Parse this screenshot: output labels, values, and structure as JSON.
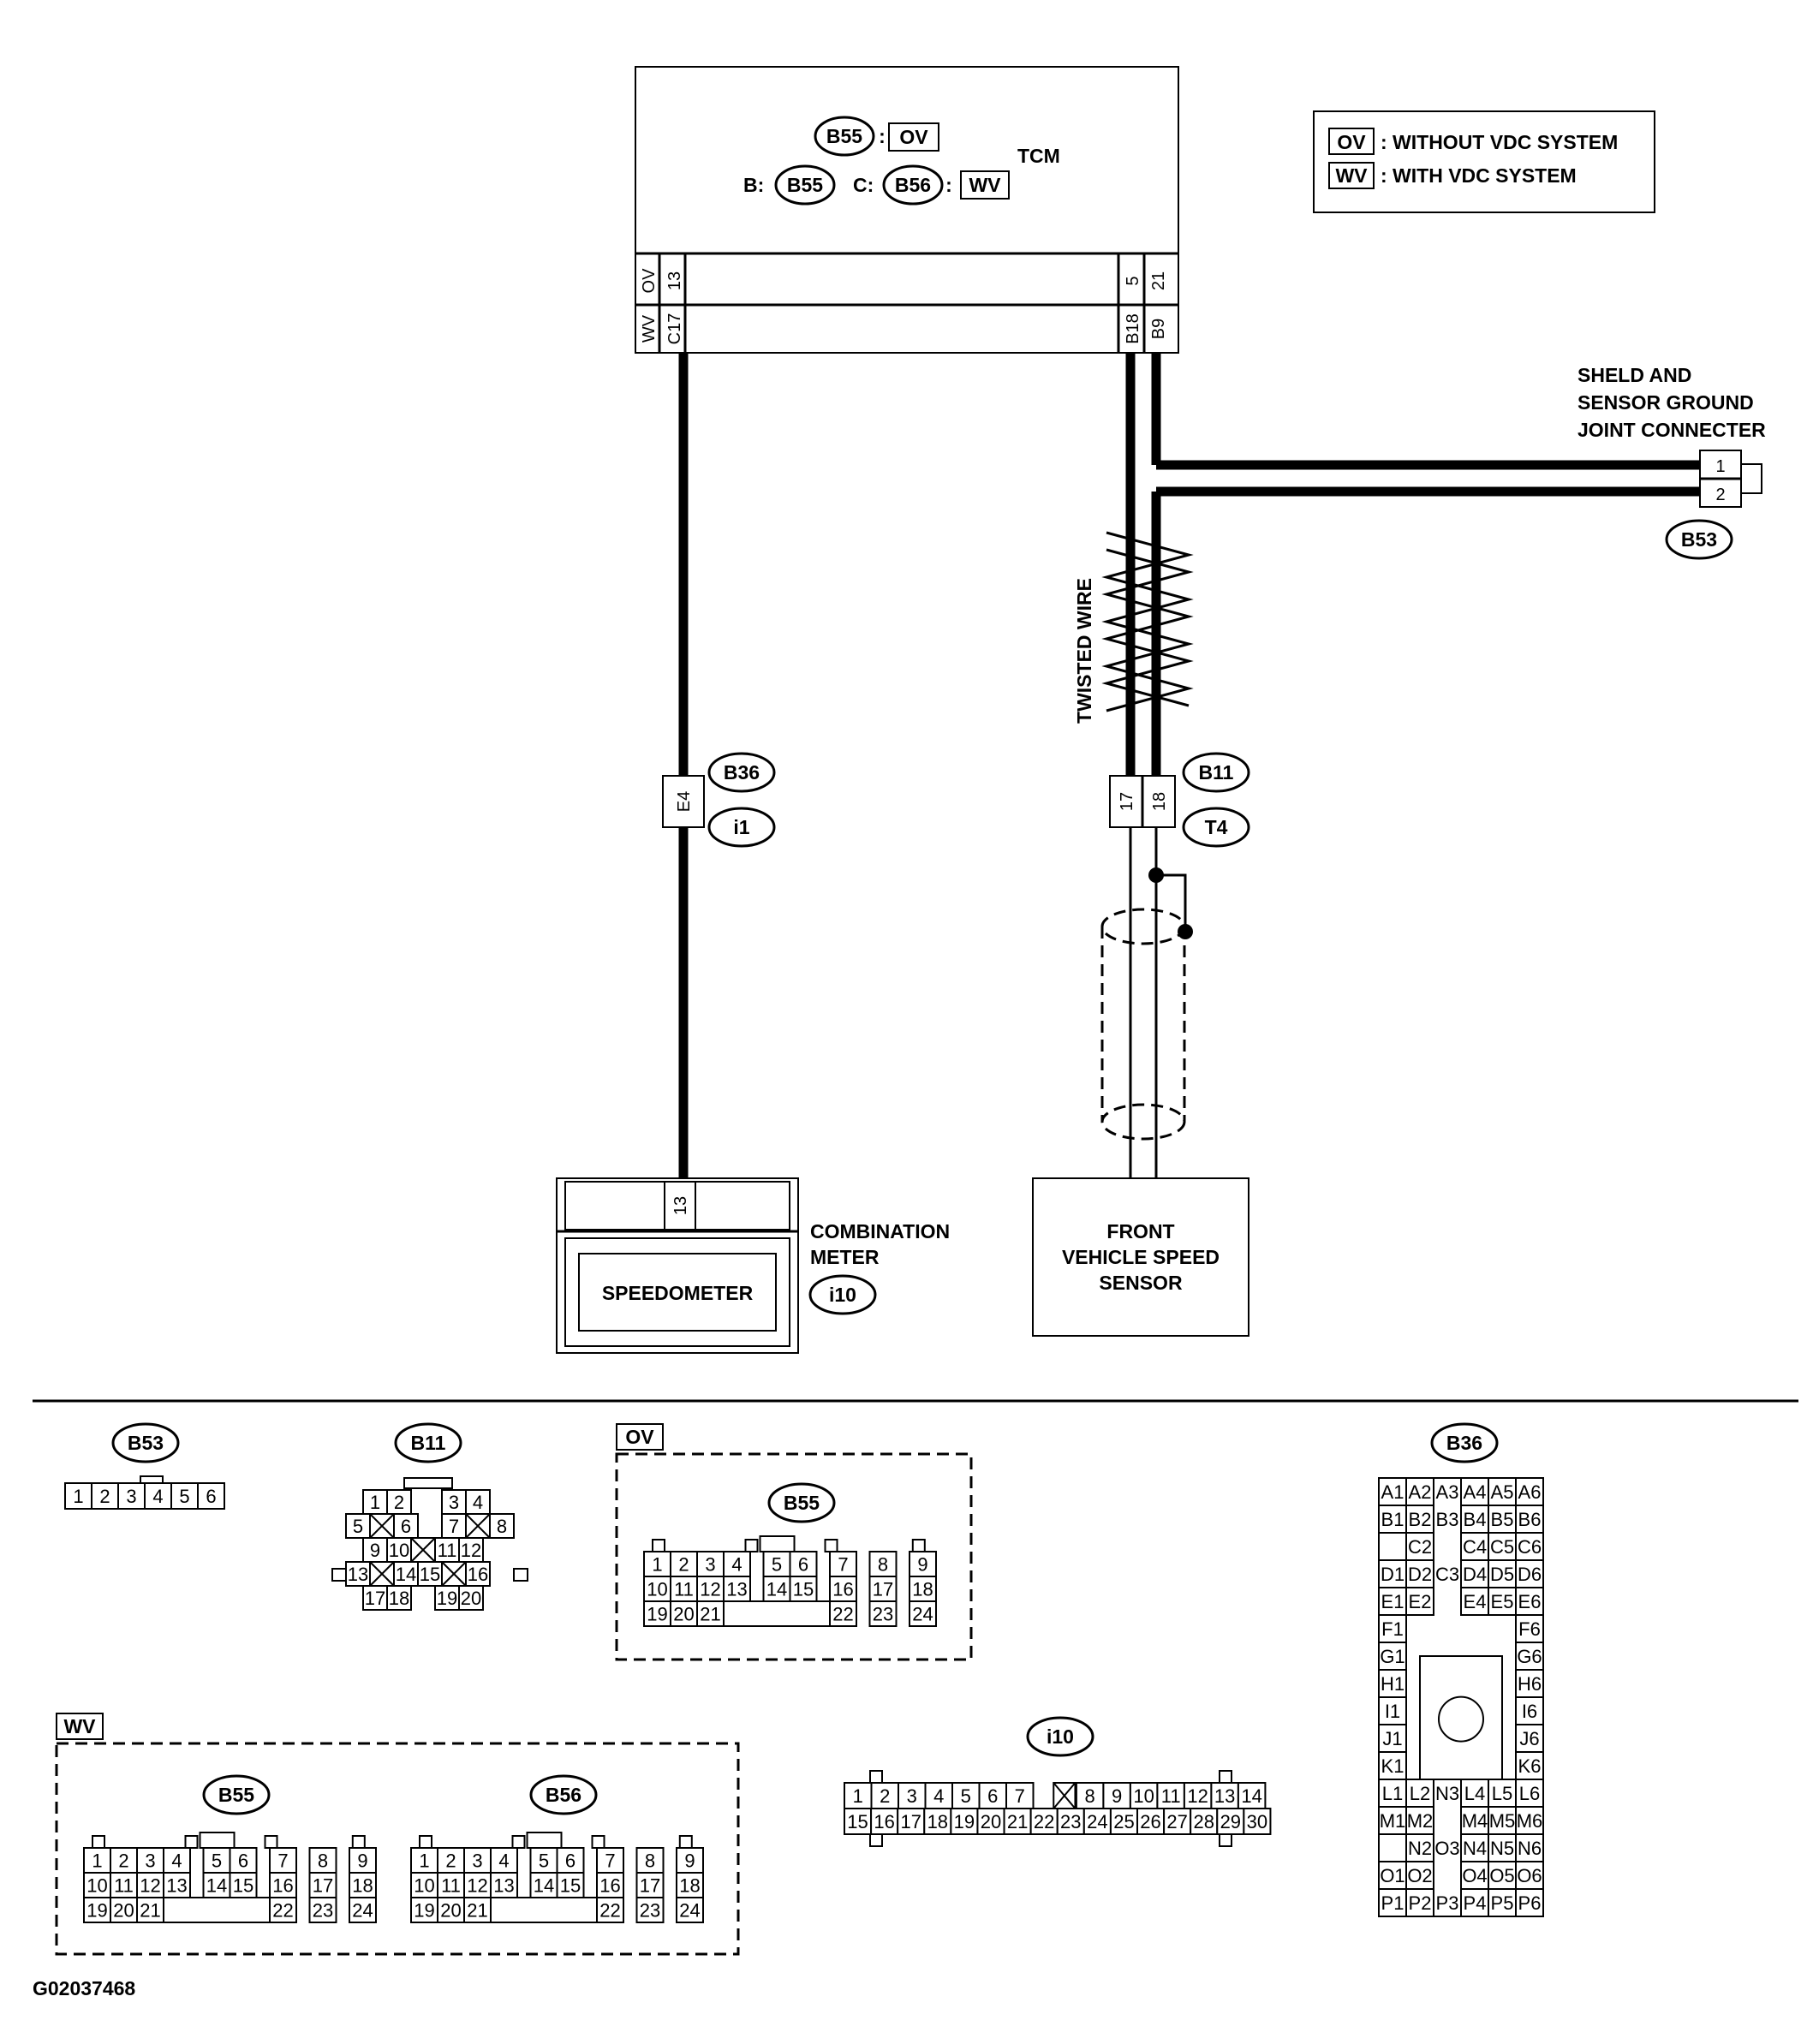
{
  "tcm": {
    "title": "TCM",
    "conn_ov": "B55",
    "tag_ov": "OV",
    "prefix_b": "B:",
    "conn_b": "B55",
    "prefix_c": "C:",
    "conn_c": "B56",
    "tag_wv": "WV",
    "pins_left_top": [
      "OV",
      "13"
    ],
    "pins_left_bottom": [
      "WV",
      "C17"
    ],
    "pins_right_top": [
      "5",
      "21"
    ],
    "pins_right_bottom": [
      "B18",
      "B9"
    ]
  },
  "legend": {
    "items": [
      {
        "tag": "OV",
        "text": ": WITHOUT VDC SYSTEM"
      },
      {
        "tag": "WV",
        "text": ": WITH VDC SYSTEM"
      }
    ]
  },
  "ground_connector": {
    "label": [
      "SHELD AND",
      "SENSOR GROUND",
      "JOINT CONNECTER"
    ],
    "pins": [
      "1",
      "2"
    ],
    "id": "B53"
  },
  "twisted_label": "TWISTED WIRE",
  "junction_left": {
    "pin": "E4",
    "id_top": "B36",
    "id_bottom": "i1"
  },
  "junction_right": {
    "pins": [
      "17",
      "18"
    ],
    "id_top": "B11",
    "id_bottom": "T4"
  },
  "combination_meter": {
    "label": [
      "COMBINATION",
      "METER"
    ],
    "pin": "13",
    "inner": "SPEEDOMETER",
    "id": "i10"
  },
  "speed_sensor": {
    "label": [
      "FRONT",
      "VEHICLE SPEED",
      "SENSOR"
    ]
  },
  "connector_views": {
    "b53": {
      "id": "B53",
      "pins": [
        "1",
        "2",
        "3",
        "4",
        "5",
        "6"
      ]
    },
    "b11": {
      "id": "B11",
      "pins": [
        "1",
        "2",
        "3",
        "4",
        "5",
        "6",
        "7",
        "8",
        "9",
        "10",
        "11",
        "12",
        "13",
        "14",
        "15",
        "16",
        "17",
        "18",
        "19",
        "20"
      ]
    },
    "ov": {
      "tag": "OV",
      "id": "B55"
    },
    "wv": {
      "tag": "WV",
      "ids": [
        "B55",
        "B56"
      ]
    },
    "i10": {
      "id": "i10",
      "row1": [
        "1",
        "2",
        "3",
        "4",
        "5",
        "6",
        "7",
        "",
        "8",
        "9",
        "10",
        "11",
        "12",
        "13",
        "14"
      ],
      "row2": [
        "15",
        "16",
        "17",
        "18",
        "19",
        "20",
        "21",
        "22",
        "23",
        "24",
        "25",
        "26",
        "27",
        "28",
        "29",
        "30"
      ]
    },
    "b36": {
      "id": "B36"
    }
  },
  "connector_24pin": {
    "row1": [
      "1",
      "2",
      "3",
      "4",
      "5",
      "6",
      "7",
      "8",
      "9"
    ],
    "row2": [
      "10",
      "11",
      "12",
      "13",
      "14",
      "15",
      "16",
      "17",
      "18"
    ],
    "row3": [
      "19",
      "20",
      "21",
      "22",
      "23",
      "24"
    ]
  },
  "b36_grid": {
    "rows": [
      [
        "A1",
        "A2",
        "A3",
        "A4",
        "A5",
        "A6"
      ],
      [
        "B1",
        "B2",
        "B3",
        "B4",
        "B5",
        "B6"
      ],
      [
        "",
        "C2",
        "",
        "C4",
        "C5",
        "C6"
      ],
      [
        "D1",
        "D2",
        "C3",
        "D4",
        "D5",
        "D6"
      ],
      [
        "E1",
        "E2",
        "",
        "E4",
        "E5",
        "E6"
      ],
      [
        "F1",
        "",
        "",
        "",
        "",
        "F6"
      ],
      [
        "G1",
        "",
        "",
        "",
        "",
        "G6"
      ],
      [
        "H1",
        "",
        "",
        "",
        "",
        "H6"
      ],
      [
        "I1",
        "",
        "",
        "",
        "",
        "I6"
      ],
      [
        "J1",
        "",
        "",
        "",
        "",
        "J6"
      ],
      [
        "K1",
        "",
        "",
        "",
        "",
        "K6"
      ],
      [
        "L1",
        "L2",
        "N3",
        "L4",
        "L5",
        "L6"
      ],
      [
        "M1",
        "M2",
        "",
        "M4",
        "M5",
        "M6"
      ],
      [
        "",
        "N2",
        "O3",
        "N4",
        "N5",
        "N6"
      ],
      [
        "O1",
        "O2",
        "",
        "O4",
        "O5",
        "O6"
      ],
      [
        "P1",
        "P2",
        "P3",
        "P4",
        "P5",
        "P6"
      ]
    ]
  },
  "figure_id": "G02037468"
}
